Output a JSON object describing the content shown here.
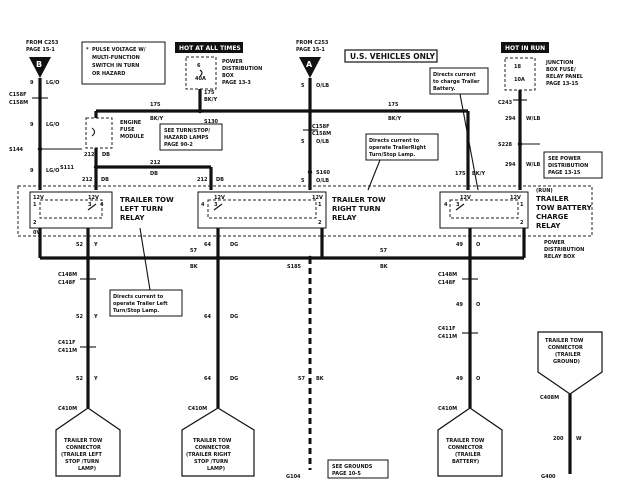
{
  "sources": {
    "left": {
      "from": "FROM C253",
      "page": "PAGE 15-1",
      "letter": "B"
    },
    "center": {
      "from": "FROM C253",
      "page": "PAGE 15-1",
      "letter": "A"
    }
  },
  "notes": {
    "pulse": [
      "PULSE VOLTAGE W/",
      "MULTI-FUNCTION",
      "SWITCH IN TURN",
      "OR HAZARD"
    ],
    "pulse_star": "*",
    "us_only": "U.S. VEHICLES ONLY",
    "hot_all": "HOT AT ALL TIMES",
    "hot_run": "HOT IN RUN",
    "pdb": [
      "POWER",
      "DISTRIBUTION",
      "BOX",
      "PAGE 13-3"
    ],
    "fuse_junction": [
      "JUNCTION",
      "BOX FUSE/",
      "RELAY PANEL",
      "PAGE 13-15"
    ],
    "see_turn": [
      "SEE TURN/STOP/",
      "HAZARD LAMPS",
      "PAGE 90-2"
    ],
    "see_power": [
      "SEE POWER",
      "DISTRIBUTION",
      "PAGE 13-15"
    ],
    "engine_fuse": [
      "ENGINE",
      "FUSE",
      "MODULE"
    ],
    "pdrb": [
      "POWER",
      "DISTRIBUTION",
      "RELAY BOX"
    ],
    "see_grounds": [
      "SEE GROUNDS",
      "PAGE 10-5"
    ],
    "callout_battery": [
      "Directs current",
      "to charge Trailer",
      "Battery."
    ],
    "callout_right": [
      "Directs current to",
      "operate TrailerRight",
      "Turn/Stop Lamp."
    ],
    "callout_left": [
      "Directs current to",
      "operate Trailer Left",
      "Turn/Stop Lamp."
    ]
  },
  "fuses": {
    "f6": "6",
    "f6_amp": "40A",
    "f18": "18",
    "f18_amp": "10A"
  },
  "relays": {
    "left": [
      "TRAILER TOW",
      "LEFT TURN",
      "RELAY"
    ],
    "right": [
      "TRAILER TOW",
      "RIGHT TURN",
      "RELAY"
    ],
    "battery": [
      "TRAILER",
      "TOW BATTERY",
      "CHARGE",
      "RELAY"
    ],
    "battery_run": "(RUN)",
    "pins": {
      "p1": "1",
      "p2": "2",
      "p3": "3",
      "p4": "4",
      "p5": "5"
    },
    "cavity": "12V",
    "ov": "0V"
  },
  "connectors": {
    "C158F": "C158F",
    "C158M": "C158M",
    "C148M": "C148M",
    "C148F": "C148F",
    "C411F": "C411F",
    "C411M": "C411M",
    "C410M": "C410M",
    "C243": "C243",
    "C408M": "C408M"
  },
  "splices": {
    "S144": "S144",
    "S111": "S111",
    "S130": "S130",
    "S160": "S160",
    "S185": "S185",
    "S228": "S228"
  },
  "grounds": {
    "G104": "G104",
    "G400": "G400"
  },
  "wires": {
    "w9": "9",
    "lgo": "LG/O",
    "w5": "5",
    "olb": "O/LB",
    "w175": "175",
    "bky": "BK/Y",
    "w212": "212",
    "db": "DB",
    "w294": "294",
    "wlb": "W/LB",
    "w52": "52",
    "y": "Y",
    "w64": "64",
    "dg": "DG",
    "w57": "57",
    "bk": "BK",
    "w49": "49",
    "o": "O",
    "w200": "200",
    "w": "W"
  },
  "trailer": {
    "left": [
      "TRAILER TOW",
      "CONNECTOR",
      "(TRAILER LEFT",
      "STOP /TURN",
      "LAMP)"
    ],
    "right": [
      "TRAILER TOW",
      "CONNECTOR",
      "(TRAILER RIGHT",
      "STOP /TURN",
      "LAMP)"
    ],
    "battery": [
      "TRAILER TOW",
      "CONNECTOR",
      "(TRAILER",
      "BATTERY)"
    ],
    "ground": [
      "TRAILER TOW",
      "CONNECTOR",
      "(TRAILER",
      "GROUND)"
    ]
  }
}
